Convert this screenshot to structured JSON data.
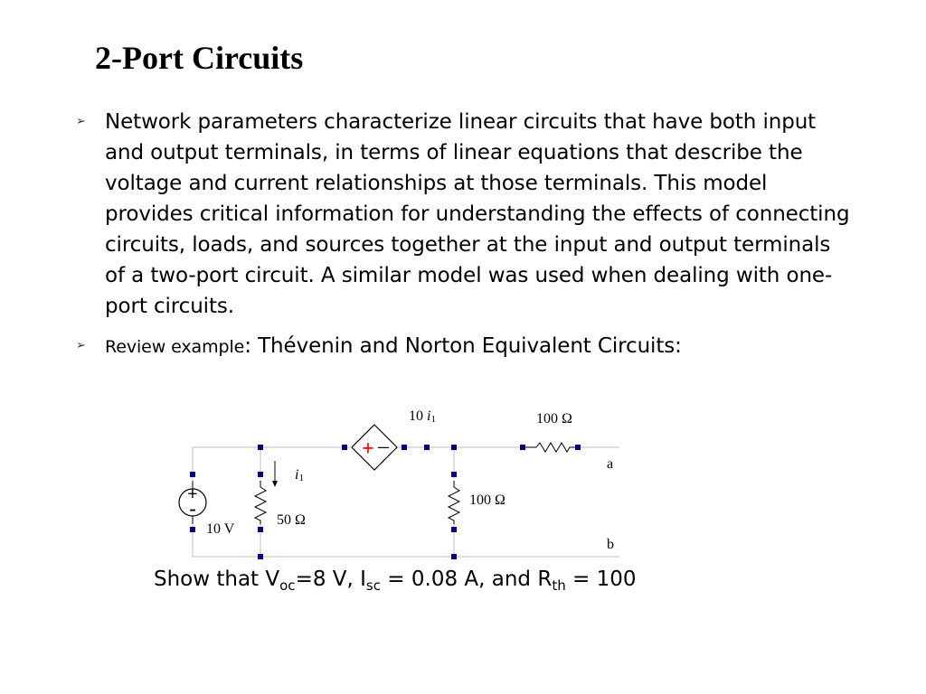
{
  "slide": {
    "title": "2-Port Circuits"
  },
  "bullets": {
    "marker": "➢",
    "p1": "Network parameters characterize linear circuits that have both input and output terminals, in terms of linear equations that describe the voltage and current relationships at those terminals.  This model provides critical information for understanding the effects of connecting circuits, loads, and sources together at the input and output terminals of a two-port circuit.  A similar model was used when dealing with one-port circuits.",
    "p2_prefix": "Review example",
    "p2_colon": ":",
    "p2_rest": " Thévenin and Norton Equivalent Circuits:"
  },
  "circuit": {
    "dep_source_label_num": "10 ",
    "dep_source_label_var": "i",
    "dep_source_label_sub": "1",
    "dep_plus": "+",
    "dep_minus": "–",
    "r_top_label": "100 Ω",
    "r_mid_label": "100 Ω",
    "r_left_label": "50 Ω",
    "current_label_var": "i",
    "current_label_sub": "1",
    "vs_label": "10 V",
    "vs_plus": "+",
    "vs_minus": "-",
    "terminal_a": "a",
    "terminal_b": "b",
    "colors": {
      "wire": "#bfbfbf",
      "node": "#000080",
      "sign": "#ff0000"
    }
  },
  "conclusion": {
    "t1": "Show that V",
    "s1": "oc",
    "t2": "=8 V, I",
    "s2": "sc",
    "t3": " = 0.08 A, and R",
    "s3": "th",
    "t4": " = 100"
  }
}
